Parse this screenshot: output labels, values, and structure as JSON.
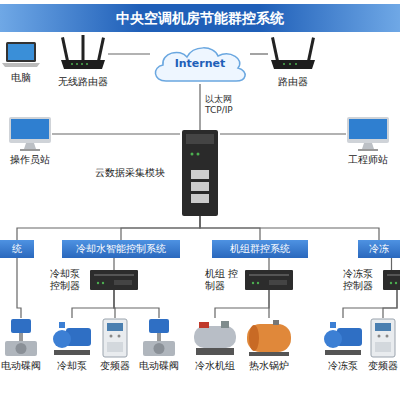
{
  "diagram": {
    "title": "中央空调机房节能群控系统",
    "nodes": [
      {
        "text": [
          "电脑"
        ]
      },
      {
        "text": [
          "无线路由器"
        ]
      },
      {
        "text": [
          "Internet"
        ]
      },
      {
        "text": [
          "路由器"
        ]
      },
      {
        "text": [
          "操作员站"
        ]
      },
      {
        "text": [
          "云数据采集模块"
        ]
      },
      {
        "text": [
          "工程师站"
        ]
      },
      {
        "text": [
          "统"
        ]
      },
      {
        "text": [
          "冷却水智能控制系统"
        ]
      },
      {
        "text": [
          "机组群控系统"
        ]
      },
      {
        "text": [
          "冷冻"
        ]
      },
      {
        "text": [
          "冷却泵 控制器"
        ]
      },
      {
        "text": [
          "机组 控制器"
        ]
      },
      {
        "text": [
          "冷冻泵 控制器"
        ]
      },
      {
        "text": [
          "电动碟阀"
        ]
      },
      {
        "text": [
          "冷却泵"
        ]
      },
      {
        "text": [
          "变频器"
        ]
      },
      {
        "text": [
          "电动碟阀"
        ]
      },
      {
        "text": [
          "冷水机组"
        ]
      },
      {
        "text": [
          "热水锅炉"
        ]
      },
      {
        "text": [
          "冷冻泵"
        ]
      },
      {
        "text": [
          "变频器"
        ]
      }
    ],
    "edges": [
      {
        "from": 2,
        "to": 1,
        "arrow": "none"
      },
      {
        "from": 2,
        "to": 3,
        "arrow": "none"
      },
      {
        "from": 2,
        "to": 5,
        "label": "以太网 TCP/IP",
        "arrow": "none"
      },
      {
        "from": 5,
        "to": 4,
        "arrow": "none"
      },
      {
        "from": 5,
        "to": 6,
        "arrow": "none"
      },
      {
        "from": 5,
        "to": 7,
        "arrow": "none"
      },
      {
        "from": 5,
        "to": 8,
        "arrow": "none"
      },
      {
        "from": 5,
        "to": 9,
        "arrow": "none"
      },
      {
        "from": 5,
        "to": 10,
        "arrow": "none"
      },
      {
        "from": 8,
        "to": 11,
        "arrow": "none"
      },
      {
        "from": 9,
        "to": 12,
        "arrow": "none"
      },
      {
        "from": 10,
        "to": 13,
        "arrow": "none"
      },
      {
        "from": 7,
        "to": 14,
        "arrow": "none"
      },
      {
        "from": 11,
        "to": 15,
        "arrow": "none"
      },
      {
        "from": 11,
        "to": 16,
        "arrow": "none"
      },
      {
        "from": 11,
        "to": 17,
        "arrow": "none"
      },
      {
        "from": 12,
        "to": 18,
        "arrow": "none"
      },
      {
        "from": 12,
        "to": 19,
        "arrow": "none"
      },
      {
        "from": 13,
        "to": 20,
        "arrow": "none"
      },
      {
        "from": 13,
        "to": 21,
        "arrow": "none"
      }
    ]
  }
}
